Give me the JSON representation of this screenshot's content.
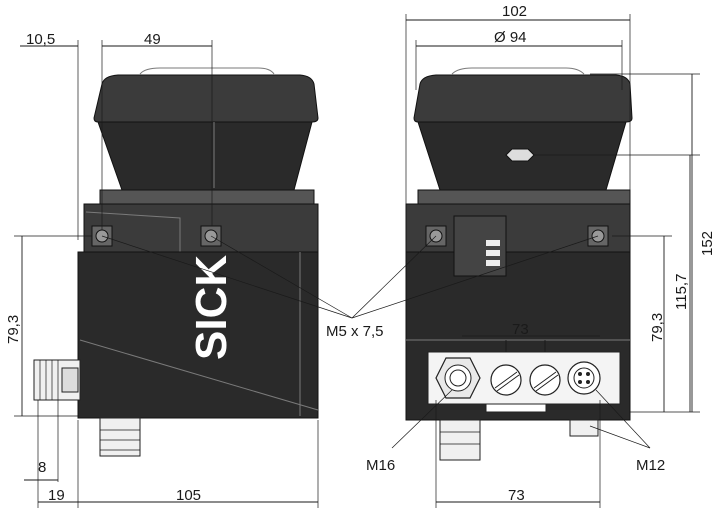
{
  "logo": "SICK",
  "dimensions": {
    "width_left_offset": "10,5",
    "width_top_left": "49",
    "width_total": "102",
    "diameter": "Ø 94",
    "height_total": "152",
    "height_mid": "115,7",
    "height_mount_right": "79,3",
    "height_mount_left": "79,3",
    "depth_connector": "19",
    "offset_connector": "8",
    "depth_body": "105",
    "connector_spacing": "73"
  },
  "callouts": {
    "mount_thread": "M5 x 7,5",
    "gland_large": "M16",
    "gland_small": "M12"
  }
}
